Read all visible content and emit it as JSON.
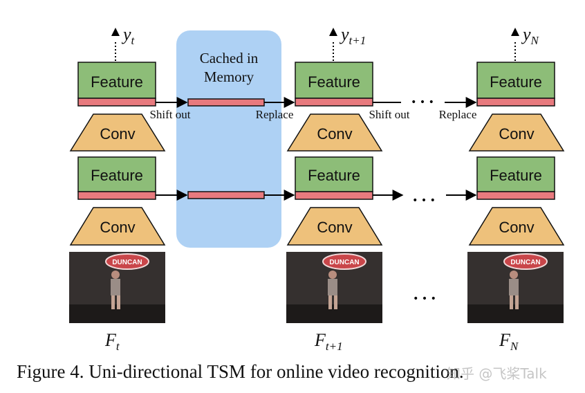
{
  "cache_box": {
    "line1": "Cached in",
    "line2": "Memory"
  },
  "blocks": {
    "feature": "Feature",
    "conv": "Conv"
  },
  "arrow_labels": {
    "shift_out": "Shift out",
    "replace": "Replace"
  },
  "ellipsis": "• • •",
  "columns": [
    {
      "output": {
        "base": "y",
        "sub": "t"
      },
      "frame": {
        "base": "F",
        "sub": "t"
      }
    },
    {
      "output": {
        "base": "y",
        "sub": "t+1"
      },
      "frame": {
        "base": "F",
        "sub": "t+1"
      }
    },
    {
      "output": {
        "base": "y",
        "sub": "N"
      },
      "frame": {
        "base": "F",
        "sub": "N"
      }
    }
  ],
  "frame_sign": "DUNCAN",
  "caption": "Figure 4. Uni-directional TSM for online video recognition.",
  "watermark": "知乎 @飞桨Talk",
  "colors": {
    "feature_fill": "#8dbd78",
    "shift_bar": "#e87a7e",
    "conv_fill": "#eec17b",
    "cache_fill": "#aed1f4",
    "frame_bg": "#35302f"
  }
}
